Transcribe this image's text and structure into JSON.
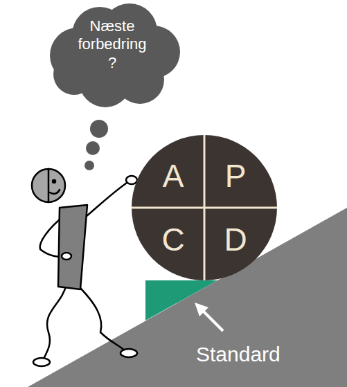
{
  "diagram": {
    "nodes": [
      {
        "text": [
          "Næste forbedring ?"
        ]
      },
      {
        "text": [
          "A",
          "P",
          "C",
          "D"
        ]
      }
    ],
    "labels": [
      "Standard"
    ]
  }
}
